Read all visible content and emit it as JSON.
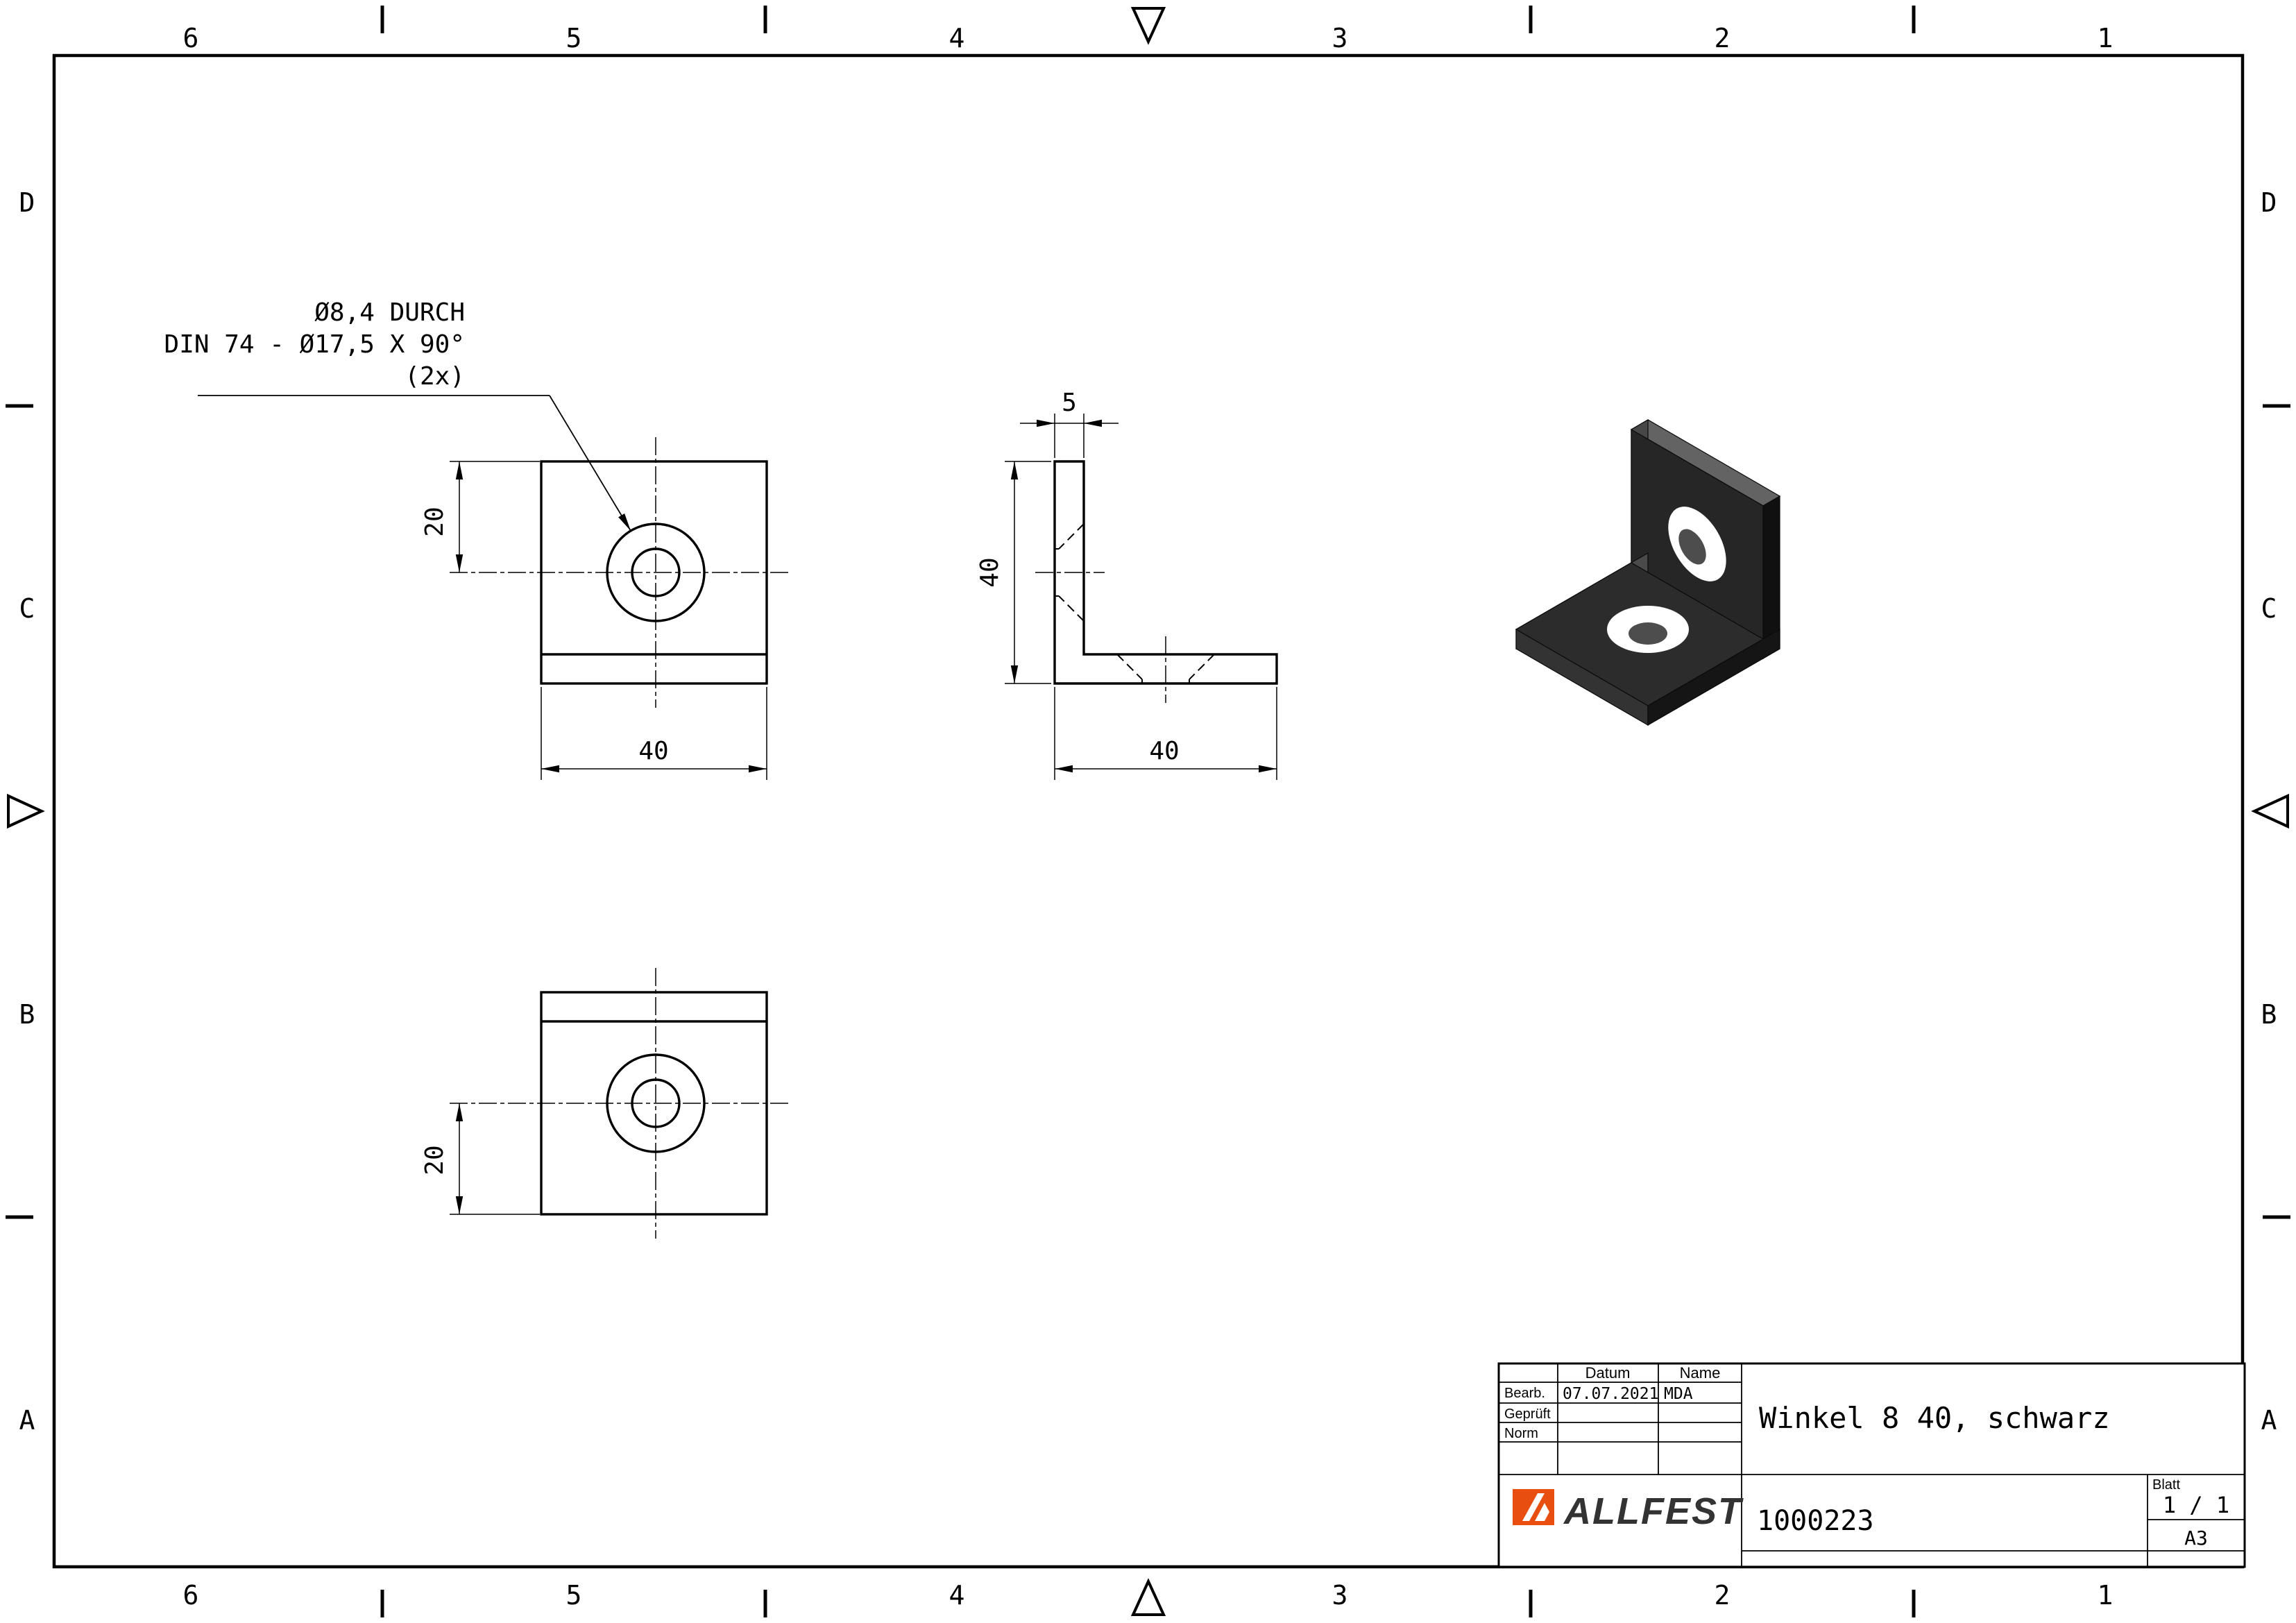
{
  "zones": {
    "top": [
      "6",
      "5",
      "4",
      "3",
      "2",
      "1"
    ],
    "bottom": [
      "6",
      "5",
      "4",
      "3",
      "2",
      "1"
    ],
    "left": [
      "D",
      "C",
      "B",
      "A"
    ],
    "right": [
      "D",
      "C",
      "B",
      "A"
    ]
  },
  "annotation": {
    "line1": "Ø8,4 DURCH",
    "line2": "DIN 74 - Ø17,5 X 90°",
    "line3": "(2x)"
  },
  "dimensions": {
    "front_offset": "20",
    "front_width": "40",
    "side_thickness": "5",
    "side_height": "40",
    "side_width": "40",
    "top_offset": "20"
  },
  "title_block": {
    "col_datum": "Datum",
    "col_name": "Name",
    "row_bearb": "Bearb.",
    "row_geprueft": "Geprüft",
    "row_norm": "Norm",
    "bearb_datum": "07.07.2021",
    "bearb_name": "MDA",
    "title": "Winkel 8 40, schwarz",
    "part_number": "1000223",
    "blatt_label": "Blatt",
    "blatt_value": "1 / 1",
    "format": "A3",
    "logo_text": "ALLFEST",
    "logo_color": "#e84e0f"
  }
}
